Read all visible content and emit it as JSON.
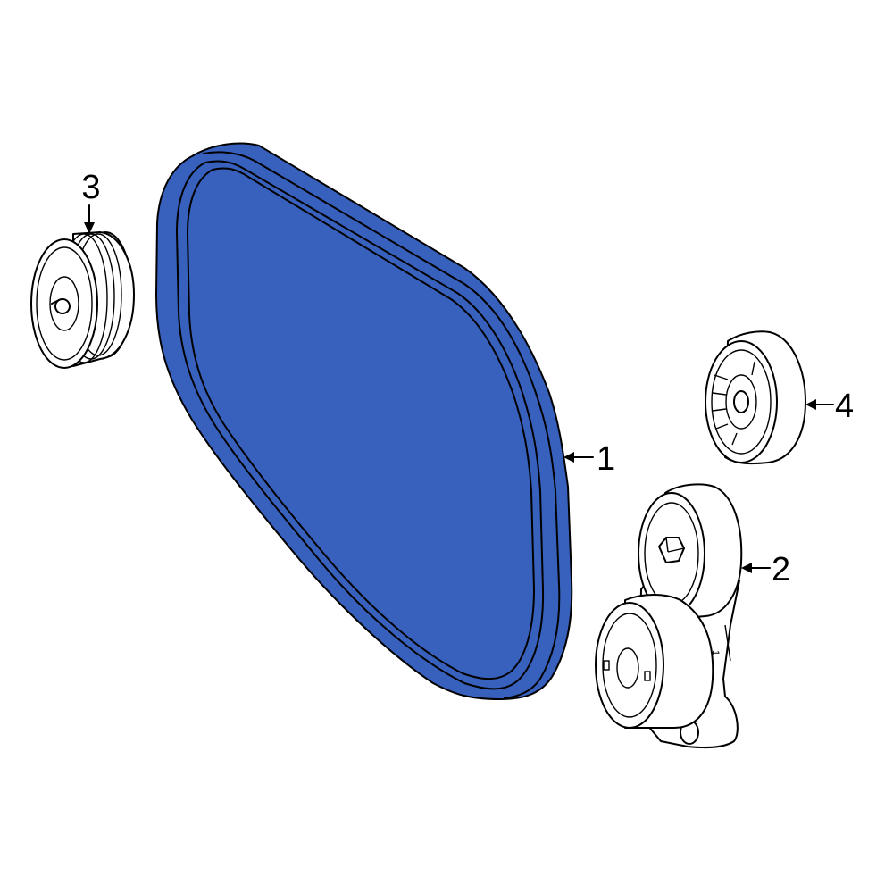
{
  "callouts": [
    {
      "number": "1",
      "part": "belt"
    },
    {
      "number": "2",
      "part": "tensioner"
    },
    {
      "number": "3",
      "part": "idler-pulley"
    },
    {
      "number": "4",
      "part": "idler-pulley"
    }
  ],
  "colors": {
    "highlight": "#3861BE",
    "line": "#000000",
    "background": "#FFFFFF"
  },
  "tensioner_marks": [
    "1",
    "1"
  ]
}
